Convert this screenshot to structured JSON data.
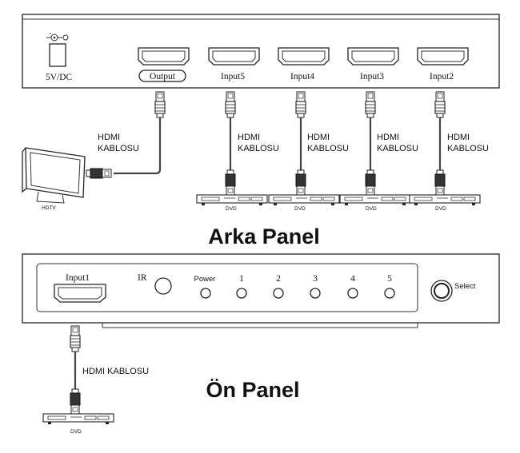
{
  "back_panel": {
    "title": "Arka Panel",
    "power_label": "5V/DC",
    "ports": [
      {
        "label": "Output"
      },
      {
        "label": "Input5"
      },
      {
        "label": "Input4"
      },
      {
        "label": "Input3"
      },
      {
        "label": "Input2"
      }
    ],
    "cables": [
      {
        "label_line1": "HDMI",
        "label_line2": "KABLOSU"
      },
      {
        "label_line1": "HDMI",
        "label_line2": "KABLOSU"
      },
      {
        "label_line1": "HDMI",
        "label_line2": "KABLOSU"
      },
      {
        "label_line1": "HDMI",
        "label_line2": "KABLOSU"
      },
      {
        "label_line1": "HDMI",
        "label_line2": "KABLOSU"
      }
    ],
    "tv_label": "HDTV",
    "dvd_labels": [
      "DVD",
      "DVD",
      "DVD",
      "DVD"
    ]
  },
  "front_panel": {
    "title": "Ön Panel",
    "input_label": "Input1",
    "ir_label": "IR",
    "power_led_label": "Power",
    "led_labels": [
      "1",
      "2",
      "3",
      "4",
      "5"
    ],
    "select_label": "Select",
    "cable_label": "HDMI KABLOSU",
    "dvd_label": "DVD"
  }
}
